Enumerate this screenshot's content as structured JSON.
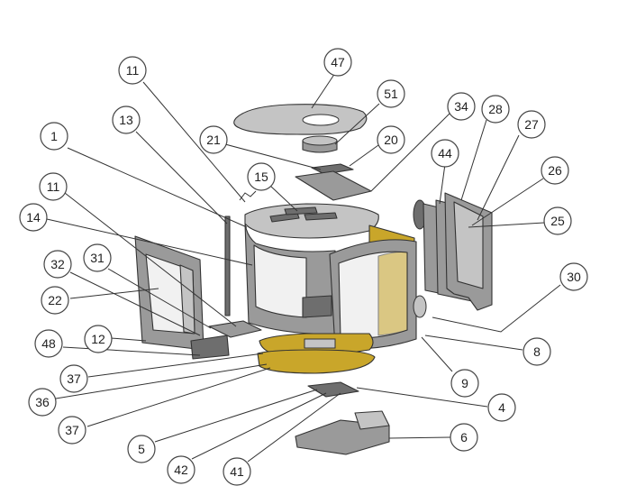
{
  "diagram": {
    "callouts": [
      {
        "id": "c47",
        "label": "47"
      },
      {
        "id": "c11a",
        "label": "11"
      },
      {
        "id": "c51",
        "label": "51"
      },
      {
        "id": "c34",
        "label": "34"
      },
      {
        "id": "c28",
        "label": "28"
      },
      {
        "id": "c13",
        "label": "13"
      },
      {
        "id": "c27",
        "label": "27"
      },
      {
        "id": "c1",
        "label": "1"
      },
      {
        "id": "c21",
        "label": "21"
      },
      {
        "id": "c20",
        "label": "20"
      },
      {
        "id": "c44",
        "label": "44"
      },
      {
        "id": "c26",
        "label": "26"
      },
      {
        "id": "c15",
        "label": "15"
      },
      {
        "id": "c11b",
        "label": "11"
      },
      {
        "id": "c14",
        "label": "14"
      },
      {
        "id": "c25",
        "label": "25"
      },
      {
        "id": "c31",
        "label": "31"
      },
      {
        "id": "c32",
        "label": "32"
      },
      {
        "id": "c30",
        "label": "30"
      },
      {
        "id": "c22",
        "label": "22"
      },
      {
        "id": "c12",
        "label": "12"
      },
      {
        "id": "c48",
        "label": "48"
      },
      {
        "id": "c8",
        "label": "8"
      },
      {
        "id": "c37a",
        "label": "37"
      },
      {
        "id": "c9",
        "label": "9"
      },
      {
        "id": "c36",
        "label": "36"
      },
      {
        "id": "c4",
        "label": "4"
      },
      {
        "id": "c37b",
        "label": "37"
      },
      {
        "id": "c6",
        "label": "6"
      },
      {
        "id": "c5",
        "label": "5"
      },
      {
        "id": "c42",
        "label": "42"
      },
      {
        "id": "c41",
        "label": "41"
      }
    ],
    "colors": {
      "metal": "#9a9a9a",
      "metal_light": "#c4c4c4",
      "metal_dark": "#6e6e6e",
      "brass": "#c9a62a",
      "glass": "#f1f1f1",
      "outline": "#333333"
    }
  }
}
